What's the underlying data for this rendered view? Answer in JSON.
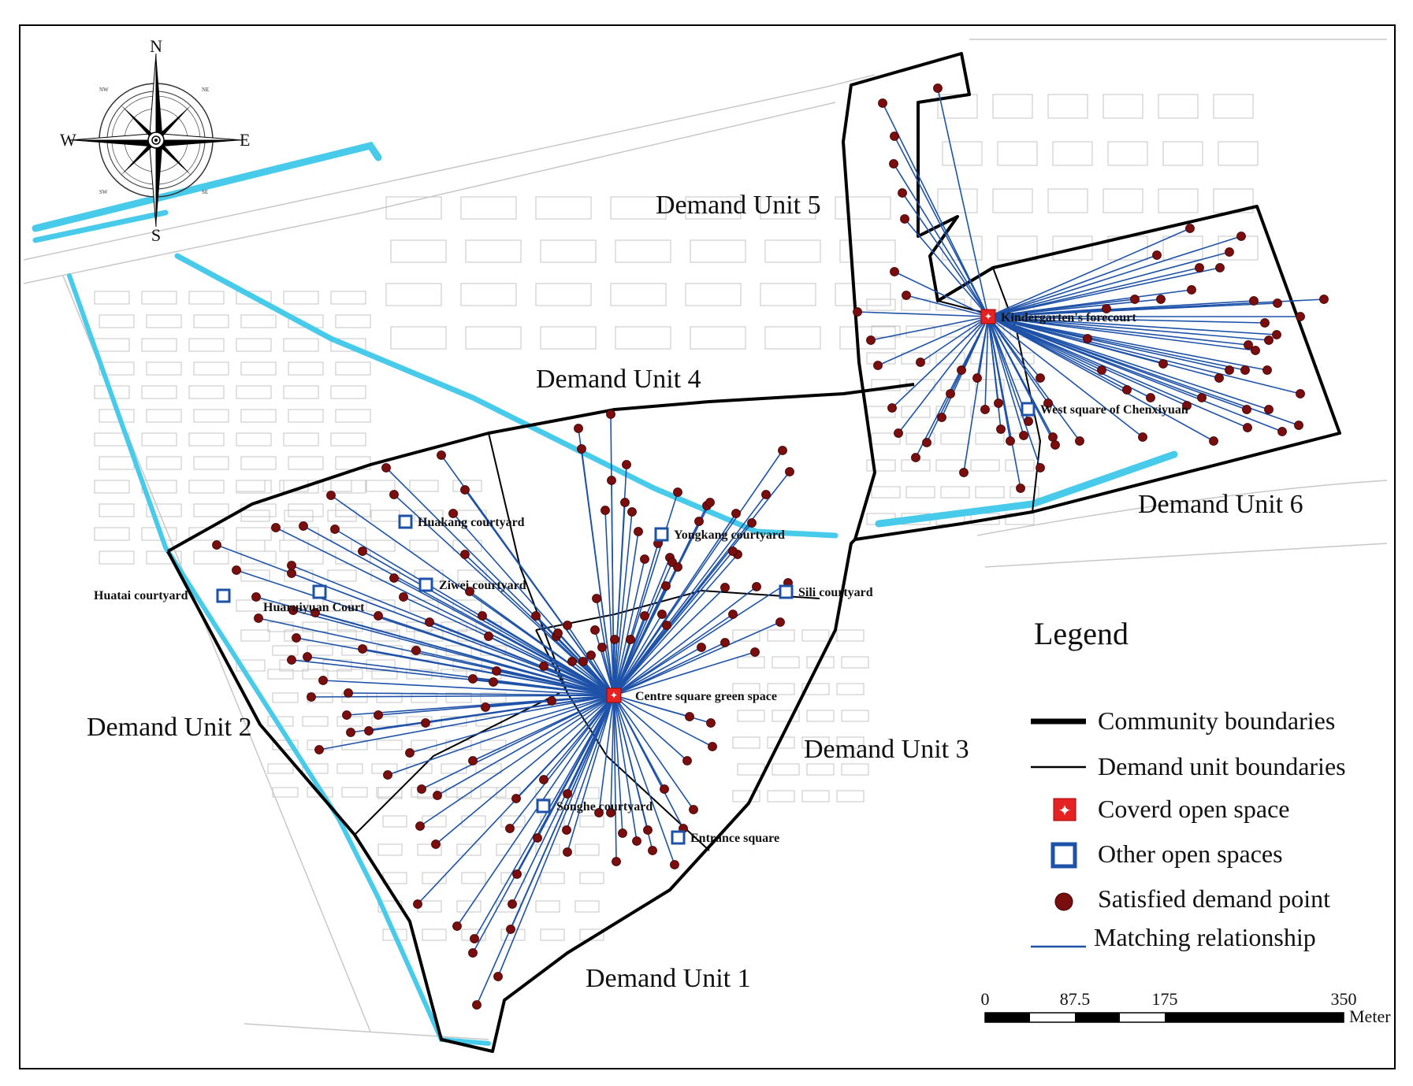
{
  "compass": {
    "n": "N",
    "s": "S",
    "e": "E",
    "w": "W",
    "ne": "NE",
    "nw": "NW",
    "se": "SE",
    "sw": "SW"
  },
  "units": [
    "Demand Unit 1",
    "Demand Unit 2",
    "Demand Unit 3",
    "Demand Unit 4",
    "Demand Unit 5",
    "Demand Unit 6"
  ],
  "covered": [
    "Centre square green space",
    "Kindergarten's forecourt"
  ],
  "other_spaces": [
    "Huakang courtyard",
    "Yongkang courtyard",
    "Ziwei courtyard",
    "Huatai courtyard",
    "Huaruiyuan Court",
    "Sili courtyard",
    "Songhe courtyard",
    "Entrance square",
    "West square of Chenxiyuan"
  ],
  "legend": {
    "title": "Legend",
    "items": [
      "Community boundaries",
      "Demand unit boundaries",
      "Coverd open space",
      "Other open spaces",
      "Satisfied demand point",
      "Matching relationship"
    ]
  },
  "scale": {
    "ticks": [
      "0",
      "87.5",
      "175",
      "350"
    ],
    "unit": "Meter"
  },
  "colors": {
    "water": "#48cbea",
    "match_line": "#1e52a8",
    "demand_point": "#7a0d0d",
    "covered_fill": "#e52222",
    "other_stroke": "#1e52a8",
    "boundary": "#000000",
    "building": "#b8b8b8"
  },
  "icons": {
    "compass": "compass-rose-icon",
    "covered": "covered-open-space-icon",
    "other": "other-open-space-icon",
    "point": "demand-point-icon"
  }
}
